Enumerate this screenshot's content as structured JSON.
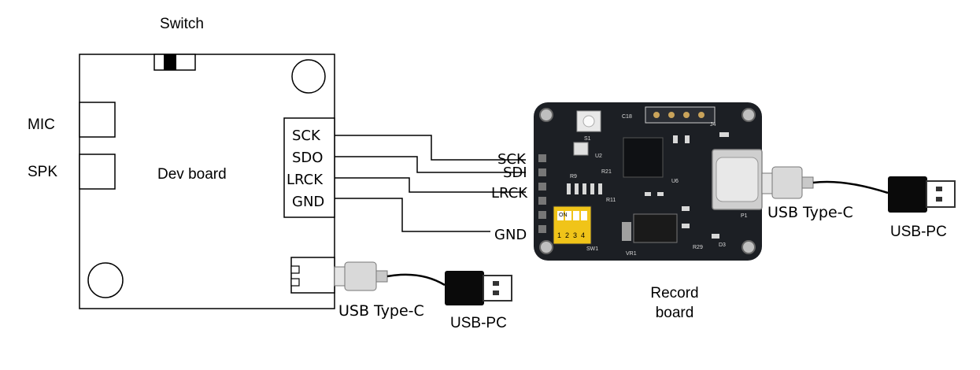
{
  "dev_board": {
    "title": "Dev board",
    "switch_label": "Switch",
    "mic_label": "MIC",
    "spk_label": "SPK",
    "pins": [
      "SCK",
      "SDO",
      "LRCK",
      "GND"
    ],
    "usb_label": "USB Type-C",
    "pc_label": "USB-PC"
  },
  "record_board": {
    "title_line1": "Record",
    "title_line2": "board",
    "pins": [
      "SCK",
      "SDI",
      "LRCK",
      "GND"
    ],
    "usb_label": "USB Type-C",
    "pc_label": "USB-PC",
    "switch_digits": [
      "1",
      "2",
      "3",
      "4"
    ],
    "switch_on": "ON",
    "chip_marks": [
      "S1",
      "U2",
      "U6",
      "VR1",
      "SW1",
      "P1",
      "D3",
      "R29",
      "R21",
      "J4",
      "C18",
      "R11",
      "R9"
    ]
  },
  "colors": {
    "board": "#1c1f24",
    "line": "#000000",
    "connector_gray": "#d9d9d9",
    "usb_black": "#0a0a0a",
    "dip_yellow": "#f0c419"
  }
}
